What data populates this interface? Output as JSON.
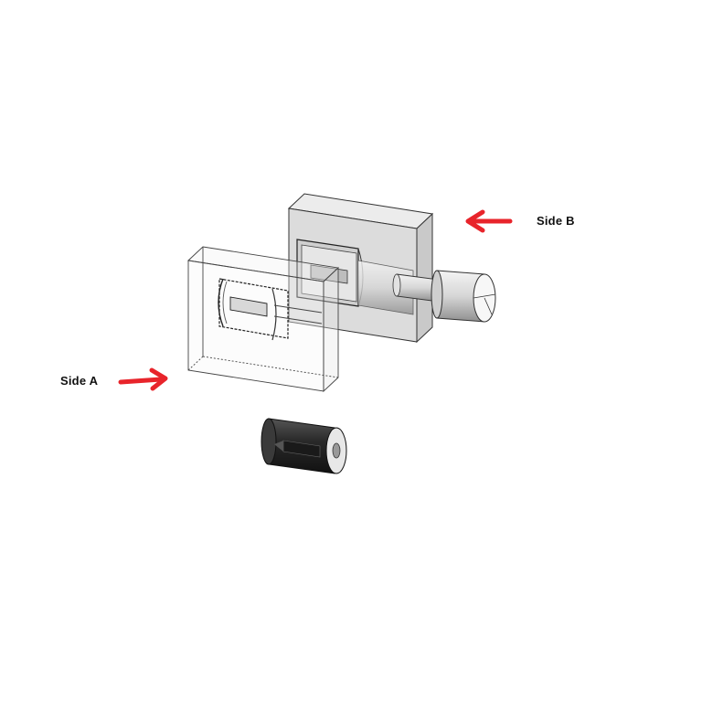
{
  "diagram": {
    "labels": {
      "side_a": "Side A",
      "side_b": "Side B"
    },
    "components": [
      {
        "id": "side-a-mold-half",
        "description": "transparent wireframe mold block with cavity"
      },
      {
        "id": "side-b-mold-half",
        "description": "grey solid mold block with core pin and protruding cylinder"
      },
      {
        "id": "molded-part",
        "description": "dark cylindrical molded part"
      }
    ],
    "colors": {
      "arrow": "#e8242b",
      "block_b_front": "#dcdcdc",
      "block_b_top": "#ececec",
      "block_b_side": "#c9c9c9",
      "outline": "#333333",
      "part_dark": "#2a2a2a"
    }
  }
}
